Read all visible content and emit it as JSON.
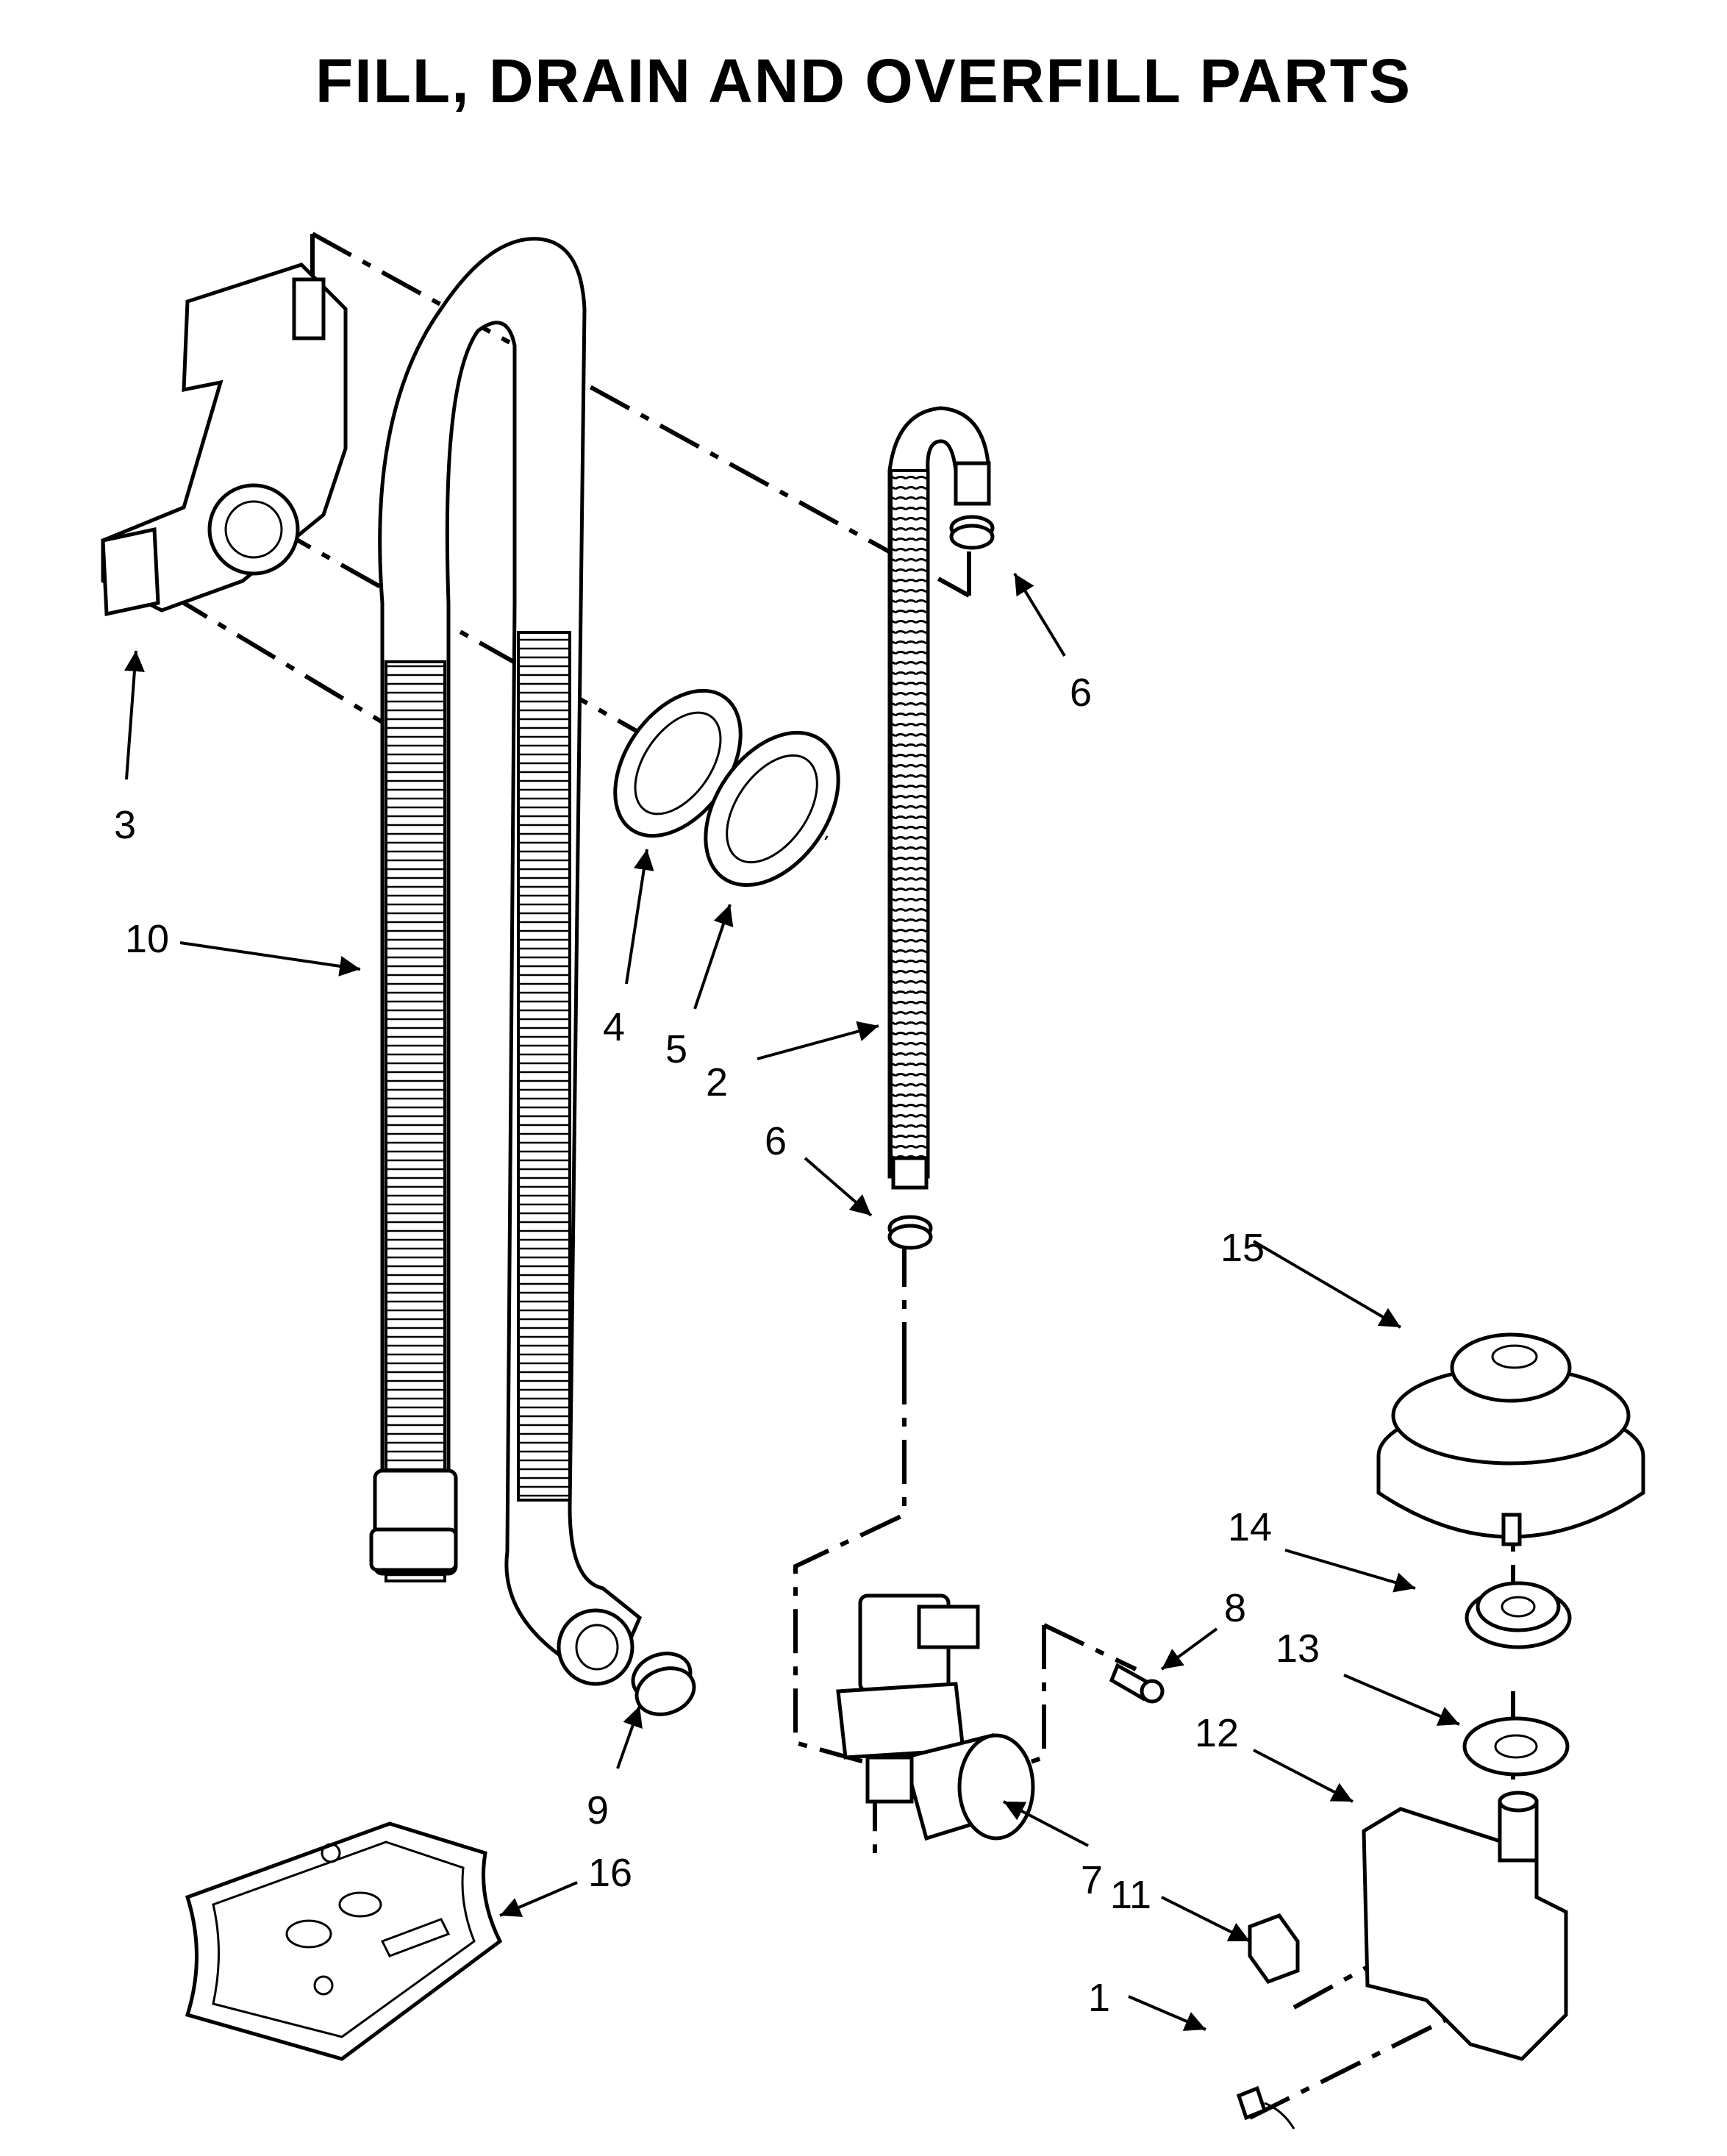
{
  "title": "FILL, DRAIN AND OVERFILL PARTS",
  "callouts": [
    "1",
    "2",
    "3",
    "4",
    "5",
    "6",
    "6",
    "7",
    "8",
    "9",
    "10",
    "11",
    "12",
    "13",
    "14",
    "15",
    "16"
  ]
}
